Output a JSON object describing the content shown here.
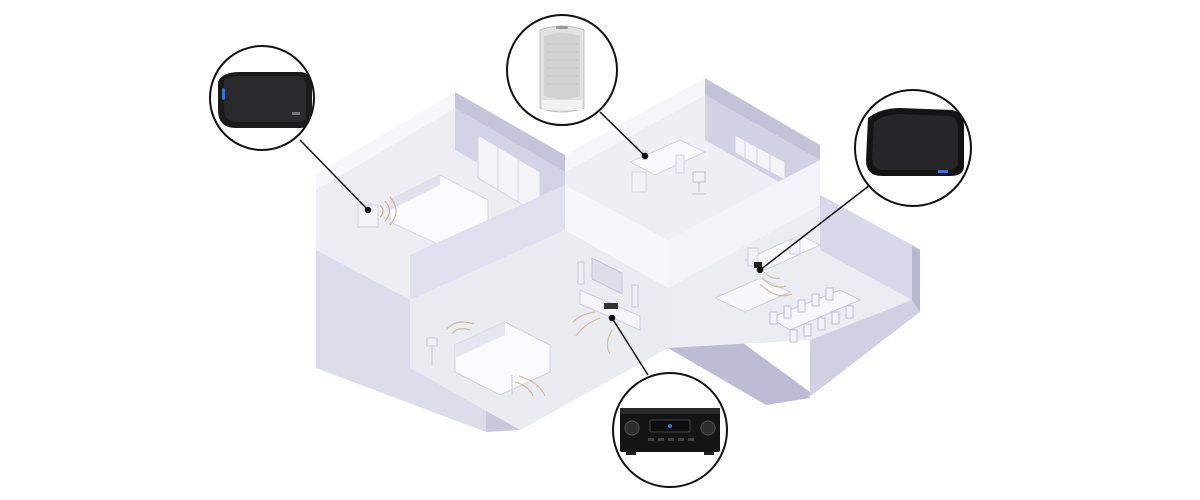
{
  "scene": {
    "rooms": [
      "bedroom",
      "office",
      "living-room",
      "dining-room"
    ],
    "callouts": [
      {
        "device": "compact-speaker-black",
        "room": "bedroom"
      },
      {
        "device": "portable-speaker-silver",
        "room": "office"
      },
      {
        "device": "large-speaker-black",
        "room": "dining-room"
      },
      {
        "device": "av-receiver",
        "room": "living-room"
      }
    ]
  },
  "colors": {
    "background": "#ffffff",
    "wall_light": "#f2f2f8",
    "wall_dark": "#c8c8dc",
    "floor": "#ececf2",
    "callout_border": "#111111",
    "device_black": "#1a1a1a",
    "device_silver": "#e4e4e4",
    "accent_blue": "#3b6fd6"
  }
}
